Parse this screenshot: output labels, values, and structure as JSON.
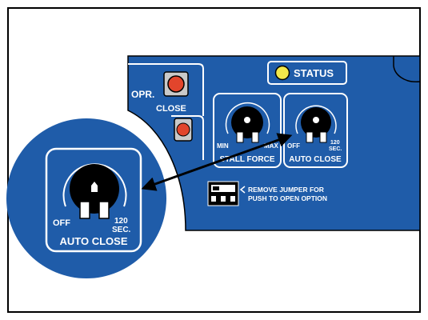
{
  "colors": {
    "board_blue": "#1f5ca9",
    "line_white": "#ffffff",
    "outline": "#000000",
    "status_led": "#f2e84b",
    "button_red": "#e2452c"
  },
  "board": {
    "status_label": "STATUS",
    "opr_label": "OPR.",
    "close_label": "CLOSE",
    "jumper_note_line1": "REMOVE JUMPER FOR",
    "jumper_note_line2": "PUSH TO OPEN OPTION"
  },
  "stall_force_pot": {
    "label": "STALL FORCE",
    "min_label": "MIN",
    "max_label": "MAX"
  },
  "auto_close_pot": {
    "label": "AUTO CLOSE",
    "off_label": "OFF",
    "max_value": "120",
    "max_unit": "SEC."
  },
  "callout": {
    "label": "AUTO CLOSE",
    "off_label": "OFF",
    "max_value": "120",
    "max_unit": "SEC."
  },
  "icons": [
    "potentiometer-icon",
    "led-icon",
    "push-button-icon",
    "jumper-icon",
    "double-arrow-icon"
  ]
}
